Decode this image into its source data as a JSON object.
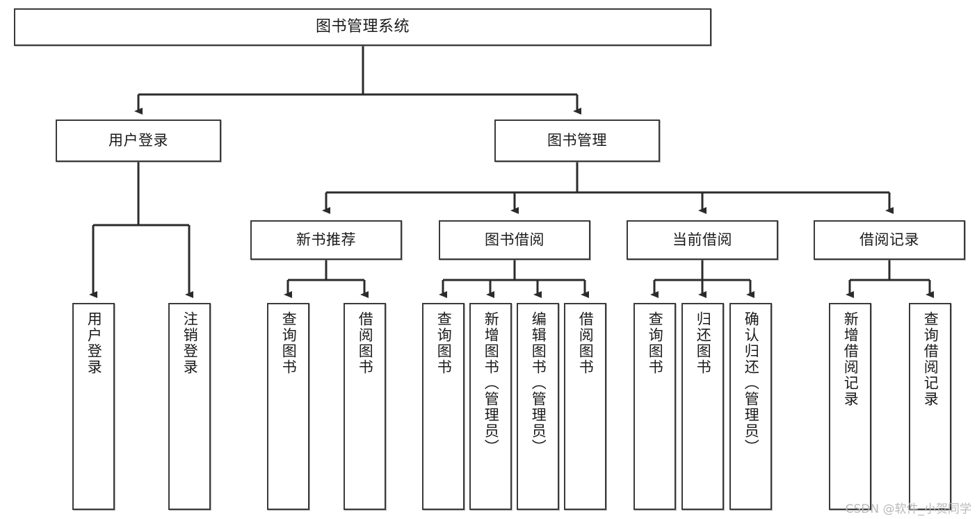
{
  "diagram": {
    "type": "tree-hierarchy",
    "title": "图书管理系统",
    "watermark": "CSDN @软件_小贺同学",
    "colors": {
      "box_border": "#3a3a3a",
      "box_fill": "#ffffff",
      "connector": "#2b2b2b",
      "text": "#1a1a1a",
      "watermark": "#b9b9b9",
      "background": "#ffffff"
    },
    "levels": {
      "root_label": "图书管理系统",
      "level2": [
        {
          "label": "用户登录"
        },
        {
          "label": "图书管理"
        }
      ],
      "level3": [
        {
          "label": "新书推荐"
        },
        {
          "label": "图书借阅"
        },
        {
          "label": "当前借阅"
        },
        {
          "label": "借阅记录"
        }
      ]
    },
    "leaves": {
      "user_login": [
        {
          "label": "用户登录"
        },
        {
          "label": "注销登录"
        }
      ],
      "new_book_recommend": [
        {
          "label": "查询图书"
        },
        {
          "label": "借阅图书"
        }
      ],
      "book_borrow": [
        {
          "label": "查询图书"
        },
        {
          "label": "新增图书（管理员）"
        },
        {
          "label": "编辑图书（管理员）"
        },
        {
          "label": "借阅图书"
        }
      ],
      "current_borrow": [
        {
          "label": "查询图书"
        },
        {
          "label": "归还图书"
        },
        {
          "label": "确认归还（管理员）"
        }
      ],
      "borrow_record": [
        {
          "label": "新增借阅记录"
        },
        {
          "label": "查询借阅记录"
        }
      ]
    }
  }
}
